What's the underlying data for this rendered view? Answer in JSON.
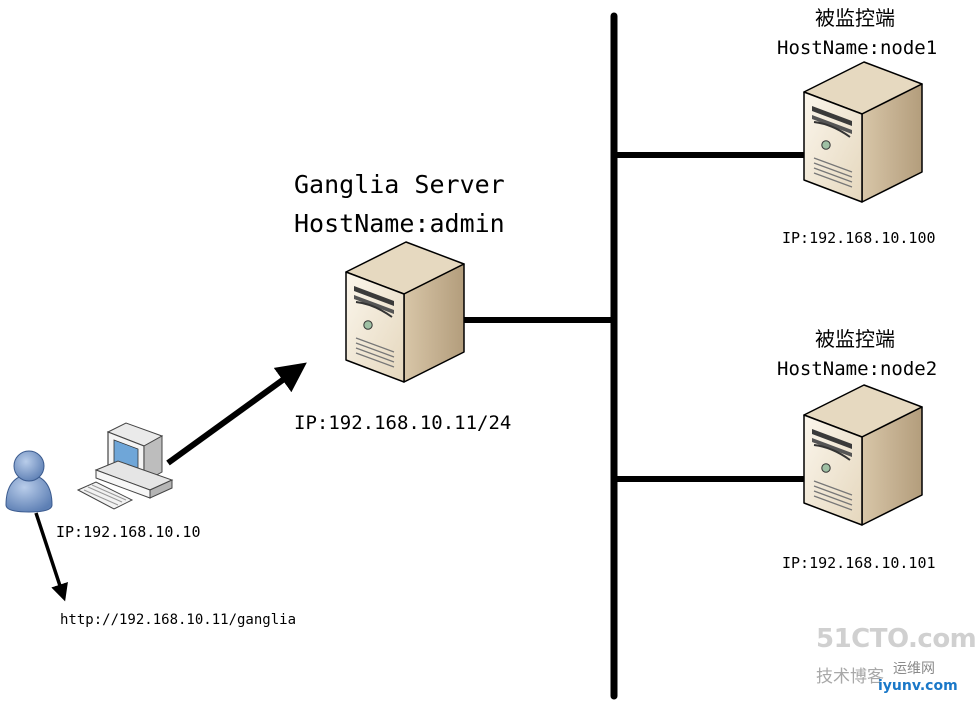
{
  "server": {
    "title": "Ganglia Server",
    "hostname": "HostName:admin",
    "ip": "IP:192.168.10.11/24"
  },
  "nodes": [
    {
      "role": "被监控端",
      "hostname": "HostName:node1",
      "ip": "IP:192.168.10.100"
    },
    {
      "role": "被监控端",
      "hostname": "HostName:node2",
      "ip": "IP:192.168.10.101"
    }
  ],
  "client": {
    "ip": "IP:192.168.10.10",
    "url": "http://192.168.10.11/ganglia"
  },
  "watermark": {
    "site": "51CTO.com",
    "blog": "技术博客",
    "network": "运维网",
    "domain": "iyunv.com"
  },
  "colors": {
    "line": "#000000",
    "server_front": "#f2e8d5",
    "server_side": "#c9b597",
    "server_top": "#e2d4bb",
    "user": "#7f9fcf",
    "watermark_blue": "#1a78c8"
  }
}
